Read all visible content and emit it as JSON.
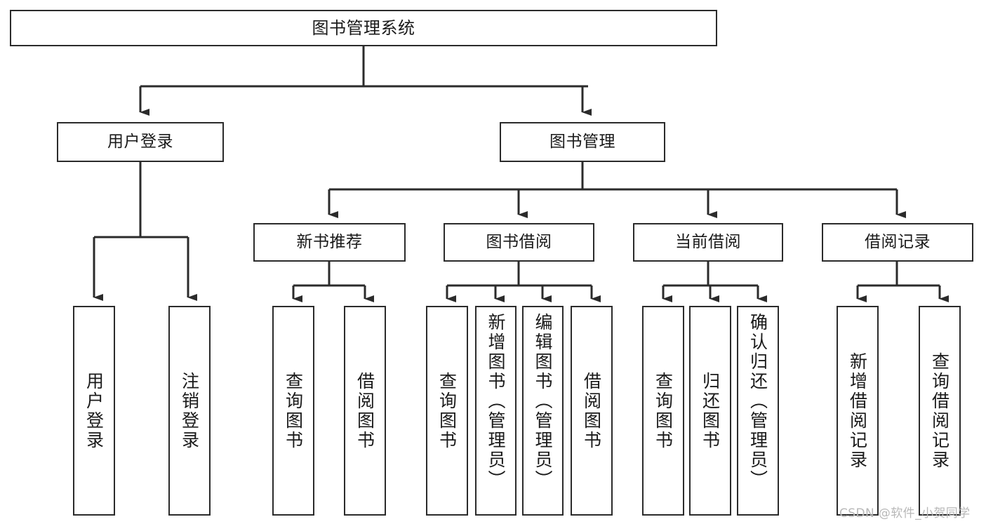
{
  "diagram": {
    "title": "图书管理系统",
    "type": "hierarchy-tree",
    "root": {
      "id": "root",
      "label": "图书管理系统"
    },
    "level1": [
      {
        "id": "user-login",
        "label": "用户登录"
      },
      {
        "id": "book-management",
        "label": "图书管理"
      }
    ],
    "level2": [
      {
        "id": "new-book-recommend",
        "label": "新书推荐",
        "parent": "book-management"
      },
      {
        "id": "book-borrow",
        "label": "图书借阅",
        "parent": "book-management"
      },
      {
        "id": "current-borrow",
        "label": "当前借阅",
        "parent": "book-management"
      },
      {
        "id": "borrow-record",
        "label": "借阅记录",
        "parent": "book-management"
      }
    ],
    "leaves": [
      {
        "id": "leaf-user-login",
        "label": "用户登录",
        "parent": "user-login"
      },
      {
        "id": "leaf-logout-login",
        "label": "注销登录",
        "parent": "user-login"
      },
      {
        "id": "leaf-query-book-1",
        "label": "查询图书",
        "parent": "new-book-recommend"
      },
      {
        "id": "leaf-borrow-book-1",
        "label": "借阅图书",
        "parent": "new-book-recommend"
      },
      {
        "id": "leaf-query-book-2",
        "label": "查询图书",
        "parent": "book-borrow"
      },
      {
        "id": "leaf-add-book",
        "label": "新增图书（管理员）",
        "parent": "book-borrow"
      },
      {
        "id": "leaf-edit-book",
        "label": "编辑图书（管理员）",
        "parent": "book-borrow"
      },
      {
        "id": "leaf-borrow-book-2",
        "label": "借阅图书",
        "parent": "book-borrow"
      },
      {
        "id": "leaf-query-book-3",
        "label": "查询图书",
        "parent": "current-borrow"
      },
      {
        "id": "leaf-return-book",
        "label": "归还图书",
        "parent": "current-borrow"
      },
      {
        "id": "leaf-confirm-return",
        "label": "确认归还（管理员）",
        "parent": "current-borrow"
      },
      {
        "id": "leaf-add-record",
        "label": "新增借阅记录",
        "parent": "borrow-record"
      },
      {
        "id": "leaf-query-record",
        "label": "查询借阅记录",
        "parent": "borrow-record"
      }
    ],
    "colors": {
      "stroke": "#2b2b2b",
      "fill": "#ffffff",
      "text": "#1a1a1a",
      "watermark": "#b8b8b8"
    }
  },
  "watermark": {
    "text": "CSDN @软件_小贺同学"
  }
}
